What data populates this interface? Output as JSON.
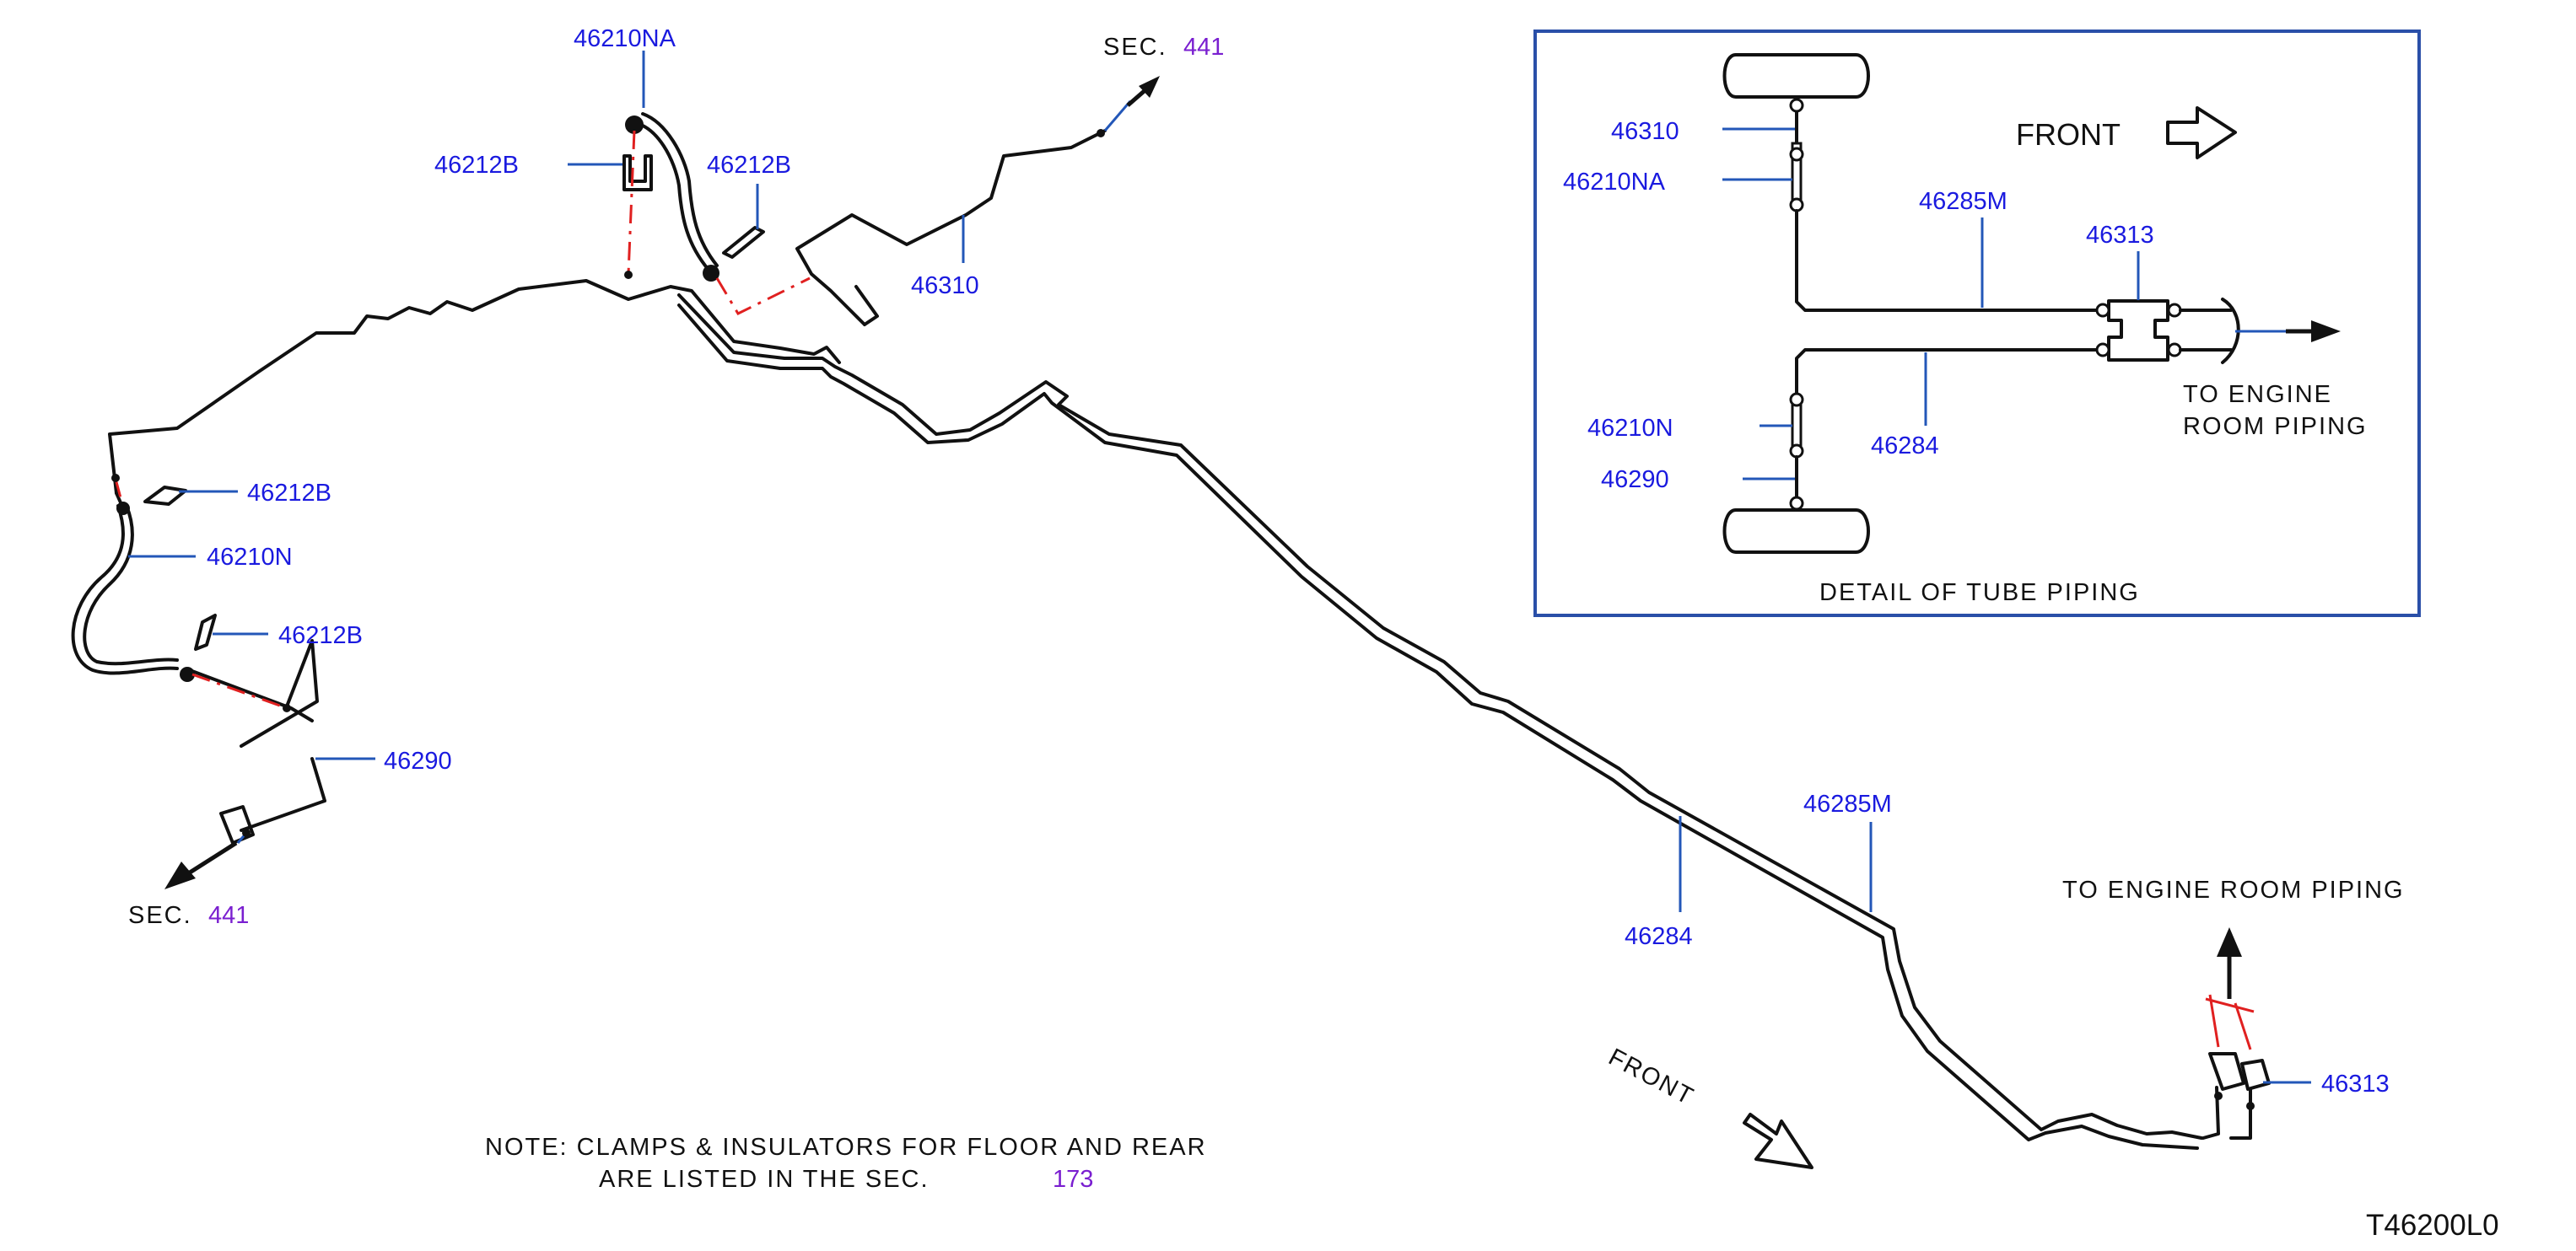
{
  "colors": {
    "label": "#1a1adf",
    "section_link": "#7a1fd0",
    "leader": "#2357b8",
    "pipe": "#111111",
    "centerline": "#e02020",
    "detail_border": "#2a4fa8"
  },
  "labels": {
    "top_46210NA": "46210NA",
    "top_46212B_left": "46212B",
    "top_46212B_right": "46212B",
    "top_46310": "46310",
    "left_46212B_upper": "46212B",
    "left_46210N": "46210N",
    "left_46212B_lower": "46212B",
    "left_46290": "46290",
    "mid_46285M": "46285M",
    "mid_46284": "46284",
    "right_46313": "46313"
  },
  "sections": {
    "top_prefix": "SEC.",
    "top_number": "441",
    "bottom_prefix": "SEC.",
    "bottom_number": "441"
  },
  "detail": {
    "front_label": "FRONT",
    "labels": {
      "l46310": "46310",
      "l46210NA": "46210NA",
      "l46285M": "46285M",
      "l46313": "46313",
      "l46210N": "46210N",
      "l46290": "46290",
      "l46284": "46284"
    },
    "to_engine_line1": "TO   ENGINE",
    "to_engine_line2": "ROOM   PIPING",
    "caption": "DETAIL   OF   TUBE   PIPING"
  },
  "main": {
    "to_engine_room_piping": "TO   ENGINE   ROOM   PIPING",
    "front_label": "FRONT"
  },
  "note": {
    "line1": "NOTE:   CLAMPS   &   INSULATORS   FOR   FLOOR   AND   REAR",
    "line2": "ARE   LISTED   IN   THE   SEC.",
    "section": "173"
  },
  "figure_code": "T46200L0"
}
